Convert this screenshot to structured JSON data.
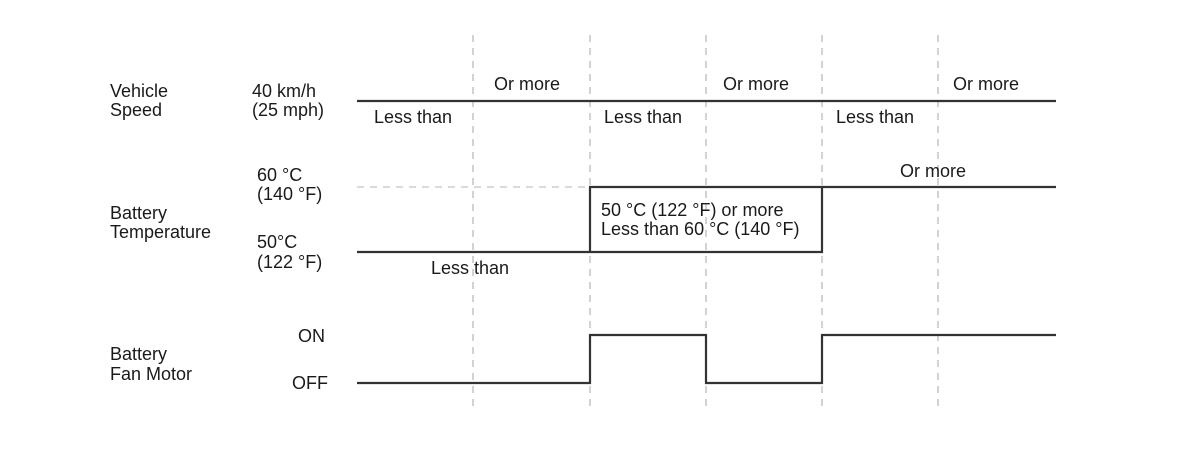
{
  "rows": {
    "speed": {
      "name_line1": "Vehicle",
      "name_line2": "Speed",
      "threshold_line1": "40 km/h",
      "threshold_line2": "(25 mph)",
      "above_labels": [
        "Or more",
        "Or more",
        "Or more"
      ],
      "below_labels": [
        "Less than",
        "Less than",
        "Less than"
      ]
    },
    "temperature": {
      "name_line1": "Battery",
      "name_line2": "Temperature",
      "upper_level_line1": "60 °C",
      "upper_level_line2": "(140 °F)",
      "lower_level_line1": "50°C",
      "lower_level_line2": "(122 °F)",
      "upper_label": "Or more",
      "lower_label": "Less than",
      "box_line1": "50 °C (122 °F) or more",
      "box_line2": "Less than 60 °C (140 °F)"
    },
    "fan": {
      "name_line1": "Battery",
      "name_line2": "Fan Motor",
      "on_label": "ON",
      "off_label": "OFF"
    }
  }
}
